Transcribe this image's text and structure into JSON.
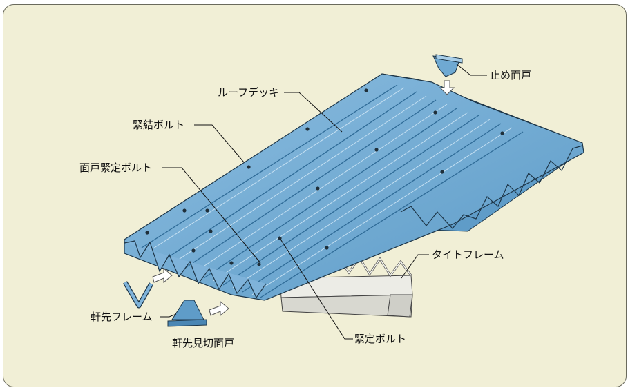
{
  "labels": {
    "roof_deck": "ルーフデッキ",
    "tie_bolt": "緊結ボルト",
    "closure_bolt": "面戸緊定ボルト",
    "stop_closure": "止め面戸",
    "tight_frame": "タイトフレーム",
    "eave_frame": "軒先フレーム",
    "eave_closure": "軒先見切面戸",
    "fix_bolt": "緊定ボルト"
  },
  "colors": {
    "background": "#f1efd6",
    "deck": "#6fa9d2",
    "deck_dark": "#3f7fae",
    "deck_light": "#a7cde8",
    "frame": "#e9e9e2",
    "outline": "#1d3547"
  }
}
